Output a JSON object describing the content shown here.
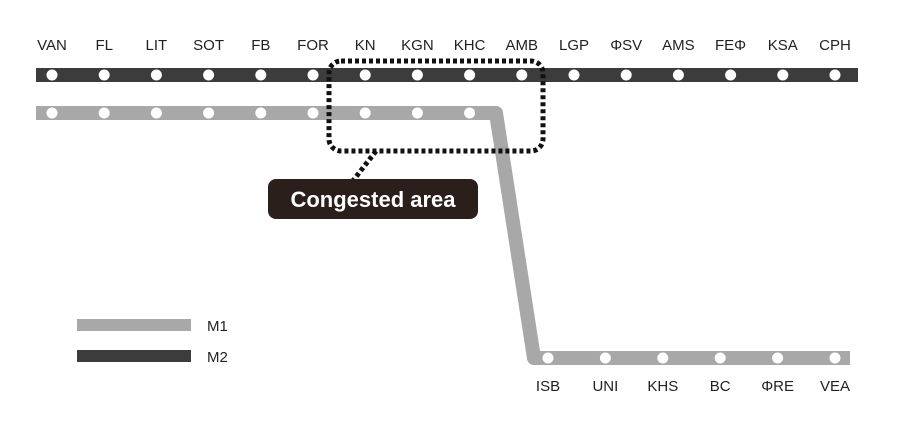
{
  "m2_stations": [
    "VAN",
    "FL",
    "LIT",
    "SOT",
    "FB",
    "FOR",
    "KN",
    "KGN",
    "KHC",
    "AMB",
    "LGP",
    "ΦSV",
    "AMS",
    "FEΦ",
    "KSA",
    "CPH"
  ],
  "m1_upper_stops": 9,
  "m1_lower_stations": [
    "ISB",
    "UNI",
    "KHS",
    "BC",
    "ΦRE",
    "VEA"
  ],
  "callout": {
    "label": "Congested area"
  },
  "legend": [
    {
      "name": "M1",
      "color": "#a8a8a8"
    },
    {
      "name": "M2",
      "color": "#3c3c3c"
    }
  ],
  "colors": {
    "m1": "#a8a8a8",
    "m2": "#3c3c3c",
    "callout_bg": "#2b1f1c",
    "stop": "#ffffff"
  }
}
